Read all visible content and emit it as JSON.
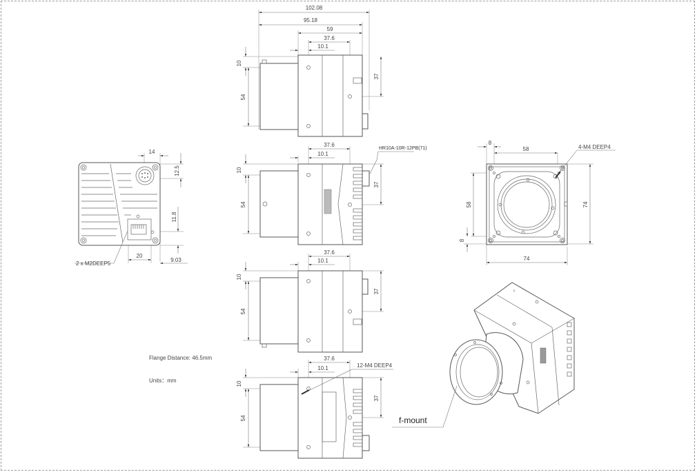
{
  "drawing": {
    "title": "Camera mechanical dimensions (F-mount)",
    "units_note": "Units：mm",
    "flange_note": "Flange Distance: 46.5mm",
    "colors": {
      "line": "#555555",
      "text": "#333333",
      "background": "#ffffff",
      "border": "#9a9a9a"
    }
  },
  "views": {
    "top_view": {
      "dims": {
        "overall_length": "102.08",
        "length_no_connector": "95.18",
        "body_length": "59",
        "hole_span": "37.6",
        "hole_offset": "10.1",
        "top_offset": "10",
        "lens_height": "54",
        "rear_hole_height": "37"
      }
    },
    "side_view_right": {
      "dims": {
        "hole_span": "37.6",
        "hole_offset": "10.1",
        "top_offset": "10",
        "lens_height": "54",
        "rear_hole_height": "37"
      },
      "callout": "HR10A-10R-12PB(71)"
    },
    "bottom_view": {
      "dims": {
        "hole_span": "37.6",
        "hole_offset": "10.1",
        "top_offset": "10",
        "lens_height": "54",
        "rear_hole_height": "37"
      }
    },
    "side_view_left": {
      "dims": {
        "hole_span": "37.6",
        "hole_offset": "10.1",
        "top_offset": "10",
        "lens_height": "54",
        "rear_hole_height": "37"
      },
      "callout": "12-M4 DEEP4"
    },
    "rear_view": {
      "dims": {
        "connector_width": "14",
        "connector_height": "12.5",
        "rj45_height": "11.8",
        "rj45_width": "20",
        "rj45_offset": "9.03"
      },
      "callout": "2 x  M2DEEP5"
    },
    "front_view": {
      "dims": {
        "edge_offset_top": "8",
        "hole_span_h": "58",
        "hole_span_v": "58",
        "edge_offset_left": "8",
        "width": "74",
        "height": "74"
      },
      "callout": "4-M4 DEEP4"
    },
    "iso_view": {
      "callout": "f-mount"
    }
  }
}
